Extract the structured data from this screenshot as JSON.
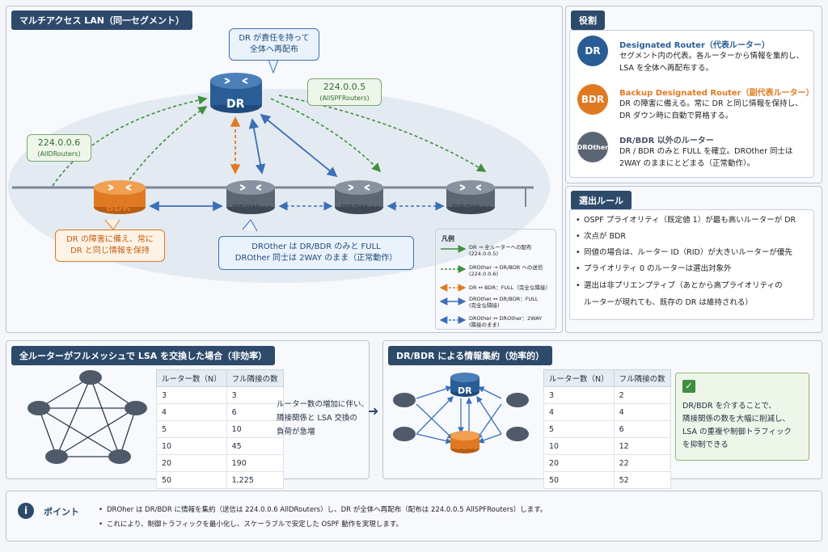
{
  "top": {
    "title": "マルチアクセス LAN（同一セグメント）",
    "dr_callout": [
      "DR が責任を持って",
      "全体へ再配布"
    ],
    "mcast_spf": [
      "224.0.0.5",
      "(AllSPFRouters)"
    ],
    "mcast_dr": [
      "224.0.0.6",
      "(AllDRouters)"
    ],
    "bdr_callout": [
      "DR の障害に備え、常に",
      "DR と同じ情報を保持"
    ],
    "drother_callout": [
      "DROther は DR/BDR のみと FULL",
      "DROther 同士は 2WAY のまま（正常動作）"
    ],
    "routers": {
      "dr": "DR",
      "bdr": "BDR",
      "drother": "DROther"
    },
    "legend": {
      "title": "凡例",
      "items": [
        [
          "DR → 全ルーターへの配布",
          "(224.0.0.5)"
        ],
        [
          "DROther → DR/BDR への送信",
          "(224.0.0.6)"
        ],
        [
          "DR ↔ BDR：FULL（完全な隣接）"
        ],
        [
          "DROther ↔ DR/BDR：FULL",
          "(完全な隣接)"
        ],
        [
          "DROther ↔ DROther：2WAY",
          "(隣接のまま)"
        ]
      ]
    }
  },
  "roles": {
    "title": "役割",
    "items": [
      {
        "badge": "DR",
        "title": "Designated Router（代表ルーター）",
        "desc": [
          "セグメント内の代表。各ルーターから情報を集約し、",
          "LSA を全体へ再配布する。"
        ],
        "color": "#2a5d95"
      },
      {
        "badge": "BDR",
        "title": "Backup Designated Router（副代表ルーター）",
        "desc": [
          "DR の障害に備える。常に DR と同じ情報を保持し、",
          "DR ダウン時に自動で昇格する。"
        ],
        "color": "#e07a22"
      },
      {
        "badge": "DROther",
        "title": "DR/BDR 以外のルーター",
        "desc": [
          "DR / BDR のみと FULL を確立。DROther 同士は",
          "2WAY のままにとどまる（正常動作）。"
        ],
        "color": "#5b6675"
      }
    ]
  },
  "election": {
    "title": "選出ルール",
    "rules": [
      "OSPF プライオリティ（既定値 1）が最も高いルーターが DR",
      "次点が BDR",
      "同値の場合は、ルーター ID（RID）が大きいルーターが優先",
      "プライオリティ 0 のルーターは選出対象外",
      "選出は非プリエンプティブ（あとから高プライオリティの",
      "ルーターが現れても、既存の DR は維持される）"
    ]
  },
  "fullmesh": {
    "title": "全ルーターがフルメッシュで LSA を交換した場合（非効率）",
    "headers": [
      "ルーター数（N）",
      "フル隣接の数"
    ],
    "rows": [
      [
        "3",
        "3"
      ],
      [
        "4",
        "6"
      ],
      [
        "5",
        "10"
      ],
      [
        "10",
        "45"
      ],
      [
        "20",
        "190"
      ],
      [
        "50",
        "1,225"
      ]
    ],
    "note": [
      "ルーター数の増加に伴い、",
      "隣接関係と LSA 交換の",
      "負荷が急増"
    ]
  },
  "drbdr": {
    "title": "DR/BDR による情報集約（効率的）",
    "headers": [
      "ルーター数（N）",
      "フル隣接の数"
    ],
    "rows": [
      [
        "3",
        "2"
      ],
      [
        "4",
        "4"
      ],
      [
        "5",
        "6"
      ],
      [
        "10",
        "12"
      ],
      [
        "20",
        "22"
      ],
      [
        "50",
        "52"
      ]
    ],
    "note": [
      "DR/BDR を介することで、",
      "隣接関係の数を大幅に削減し、",
      "LSA の重複や制御トラフィック",
      "を抑制できる"
    ]
  },
  "point": {
    "title": "ポイント",
    "lines": [
      "DROher は DR/BDR に情報を集約（送信は 224.0.0.6 AllDRouters）し、DR が全体へ再配布（配布は 224.0.0.5 AllSPFRouters）します。",
      "これにより、制御トラフィックを最小化し、スケーラブルで安定した OSPF 動作を実現します。"
    ]
  },
  "colors": {
    "navy": "#2a5d95",
    "orange": "#e07a22",
    "gray": "#5b6675",
    "green": "#3f8f3f",
    "blue": "#3b6fb6"
  }
}
